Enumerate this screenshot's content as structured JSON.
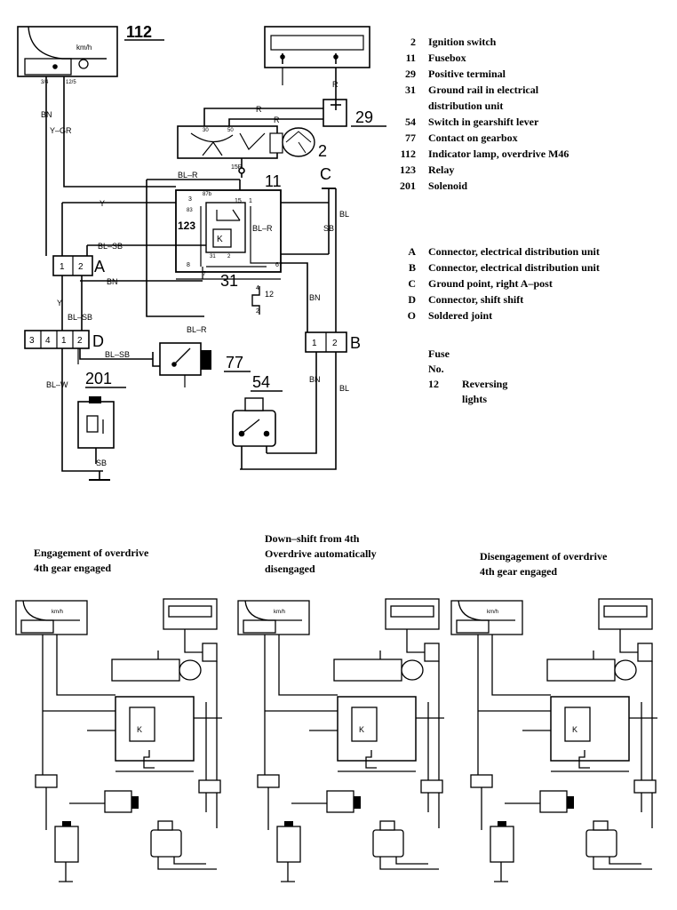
{
  "components": [
    {
      "num": "2",
      "label": "Ignition switch"
    },
    {
      "num": "11",
      "label": "Fusebox"
    },
    {
      "num": "29",
      "label": "Positive terminal"
    },
    {
      "num": "31",
      "label": "Ground rail in electrical",
      "label2": "distribution unit"
    },
    {
      "num": "54",
      "label": "Switch in gearshift lever"
    },
    {
      "num": "77",
      "label": "Contact on gearbox"
    },
    {
      "num": "112",
      "label": "Indicator lamp, overdrive M46"
    },
    {
      "num": "123",
      "label": "Relay"
    },
    {
      "num": "201",
      "label": "Solenoid"
    }
  ],
  "connectors": [
    {
      "num": "A",
      "label": "Connector, electrical distribution unit"
    },
    {
      "num": "B",
      "label": "Connector, electrical distribution unit"
    },
    {
      "num": "C",
      "label": "Ground point, right A–post"
    },
    {
      "num": "D",
      "label": "Connector, shift shift"
    },
    {
      "num": "O",
      "label": "Soldered joint"
    }
  ],
  "fuse": {
    "header1": "Fuse",
    "header2": "No.",
    "num": "12",
    "label": "Reversing lights"
  },
  "diagram_labels": {
    "lamp_112": "112",
    "kmh": "km/h",
    "pin_3a": "3/4",
    "pin_12b": "12/5",
    "switch_2": "2",
    "terminal_29": "29",
    "fusebox_11": "11",
    "relay_123": "123",
    "ground_31": "31",
    "contact_77": "77",
    "switch_54": "54",
    "solenoid_201": "201",
    "conn_a": "A",
    "conn_b": "B",
    "conn_c": "C",
    "conn_d": "D",
    "relay_k": "K",
    "fuse_12": "12",
    "joint_15r": "15R",
    "wire_bn": "BN",
    "wire_ygr": "Y–GR",
    "wire_blr": "BL–R",
    "wire_r": "R",
    "wire_y": "Y",
    "wire_blsb": "BL–SB",
    "wire_sb": "SB",
    "wire_bl": "BL",
    "wire_blw": "BL–W",
    "a_pin1": "1",
    "a_pin2": "2",
    "b_pin1": "1",
    "b_pin2": "2",
    "d_pin3": "3",
    "d_pin4": "4",
    "d_pin1": "1",
    "d_pin2": "2",
    "sw_30": "30",
    "sw_50": "50",
    "t_3": "3",
    "t_87b": "87b",
    "t_15": "15",
    "t_1": "1",
    "t_83": "83",
    "t_7": "7",
    "t_8": "8",
    "t_6": "6",
    "t_4": "4",
    "t_2": "2",
    "t_31": "31",
    "t_2b": "2"
  },
  "mini_captions": [
    {
      "line1": "Engagement of overdrive",
      "line2": "4th gear engaged"
    },
    {
      "line1": "Down–shift from 4th",
      "line2": "Overdrive automatically",
      "line3": "disengaged"
    },
    {
      "line1": "Disengagement of overdrive",
      "line2": "4th gear engaged"
    }
  ],
  "mini_kmh": "km/h",
  "mini_k": "K"
}
